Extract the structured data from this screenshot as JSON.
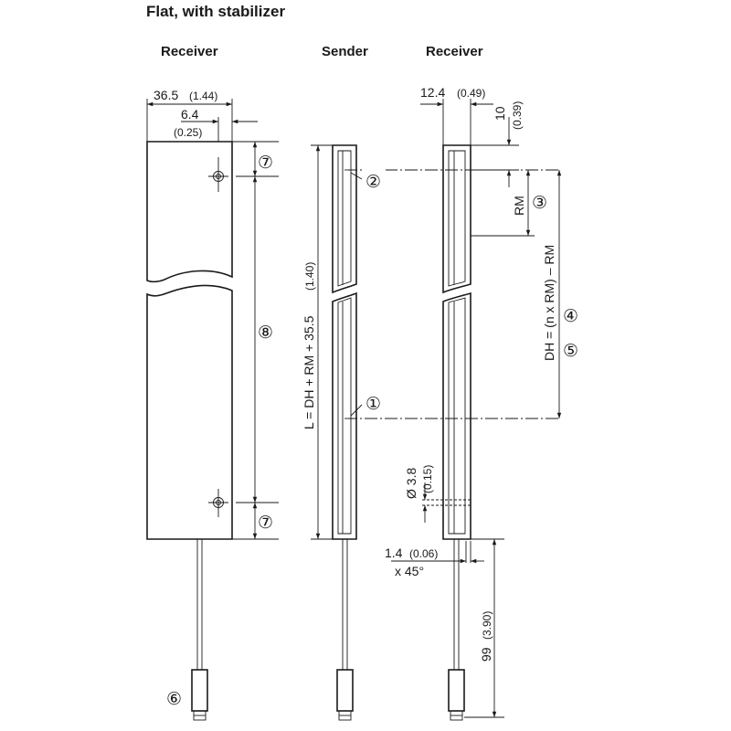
{
  "title": "Flat, with stabilizer",
  "views": {
    "left": "Receiver",
    "middle": "Sender",
    "right": "Receiver"
  },
  "dimensions": {
    "width_total": "36.5",
    "width_total_in": "(1.44)",
    "offset_a": "6.4",
    "offset_a_in": "(0.25)",
    "width_profile": "12.4",
    "width_profile_in": "(0.49)",
    "top_gap": "10",
    "top_gap_in": "(0.39)",
    "length_formula": "L = DH + RM + 35.5",
    "length_formula_in": "(1.40)",
    "rm": "RM",
    "dh_formula": "DH = (n x RM) – RM",
    "hole_dia": "Ø 3.8",
    "hole_dia_in": "(0.15)",
    "chamfer": "1.4",
    "chamfer_in": "(0.06)",
    "chamfer_angle": "x 45°",
    "cable_len": "99",
    "cable_len_in": "(3.90)"
  },
  "callouts": {
    "c1": "①",
    "c2": "②",
    "c3": "③",
    "c4": "④",
    "c5": "⑤",
    "c6": "⑥",
    "c7_top": "⑦",
    "c7_bottom": "⑦",
    "c8": "⑧"
  }
}
